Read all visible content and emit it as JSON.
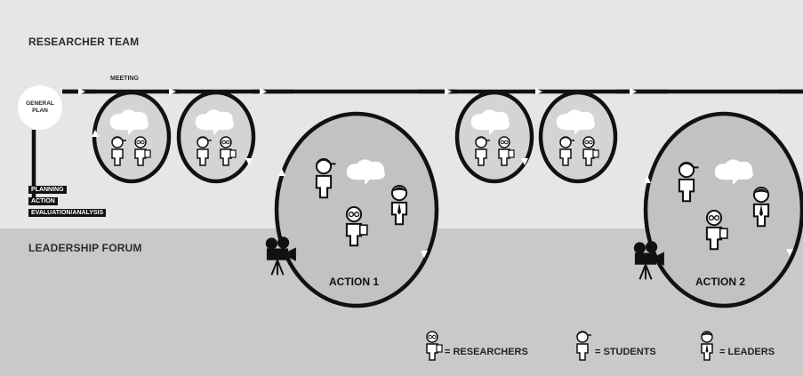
{
  "bands": {
    "top_label": "RESEARCHER TEAM",
    "bottom_label": "LEADERSHIP FORUM"
  },
  "meeting_label": "MEETING",
  "plan": {
    "line1": "GENERAL",
    "line2": "PLAN"
  },
  "phases": [
    "PLANNING",
    "ACTION",
    "EVALUATION/ANALYSIS"
  ],
  "actions": [
    "ACTION 1",
    "ACTION 2"
  ],
  "legend": {
    "researchers": "= RESEARCHERS",
    "students": "= STUDENTS",
    "leaders": "= LEADERS"
  },
  "colors": {
    "top_band": "#e6e6e6",
    "bottom_band": "#c9c9c9",
    "loop_stroke": "#111111"
  }
}
